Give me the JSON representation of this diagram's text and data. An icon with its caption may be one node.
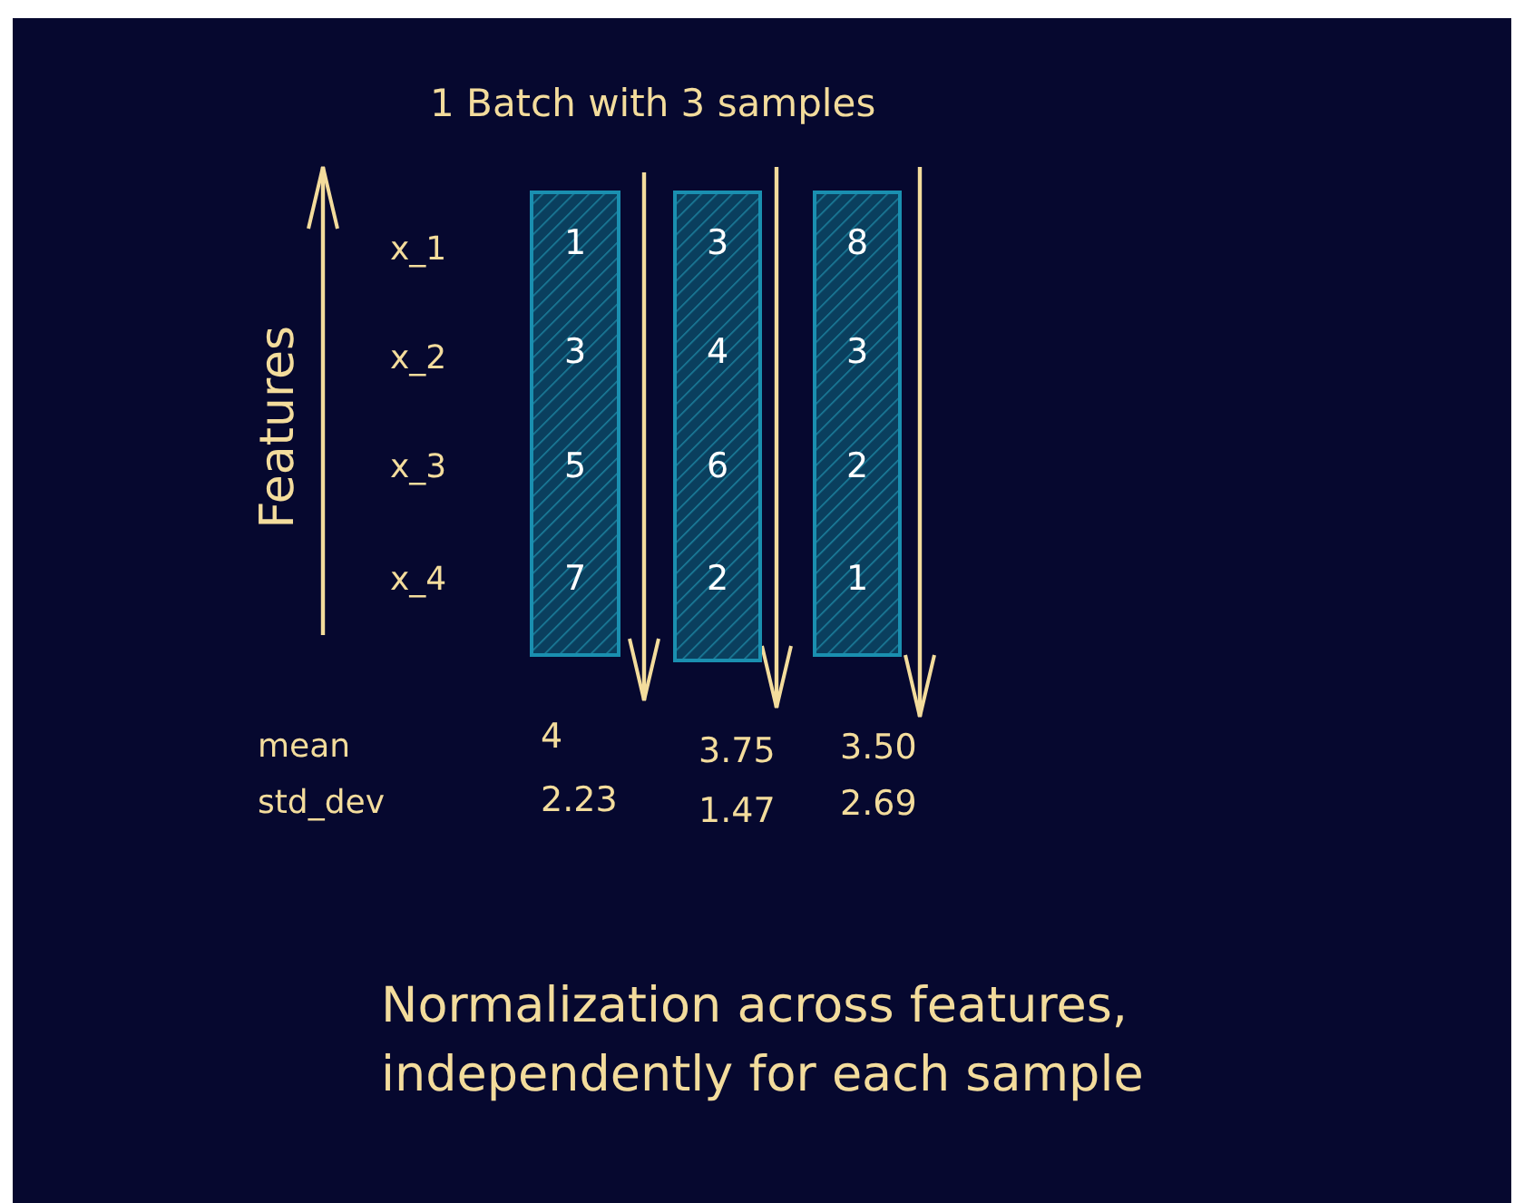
{
  "diagram": {
    "title": "1 Batch with 3 samples",
    "caption": "Normalization across features, independently for each sample",
    "nodes": [
      {
        "text": [
          "1",
          "3",
          "5",
          "7"
        ]
      },
      {
        "text": [
          "3",
          "4",
          "6",
          "2"
        ]
      },
      {
        "text": [
          "8",
          "3",
          "2",
          "1"
        ]
      }
    ],
    "labels": [
      "Features",
      "x_1",
      "x_2",
      "x_3",
      "x_4",
      "mean",
      "4",
      "3.75",
      "3.50",
      "std_dev",
      "2.23",
      "1.47",
      "2.69"
    ]
  }
}
